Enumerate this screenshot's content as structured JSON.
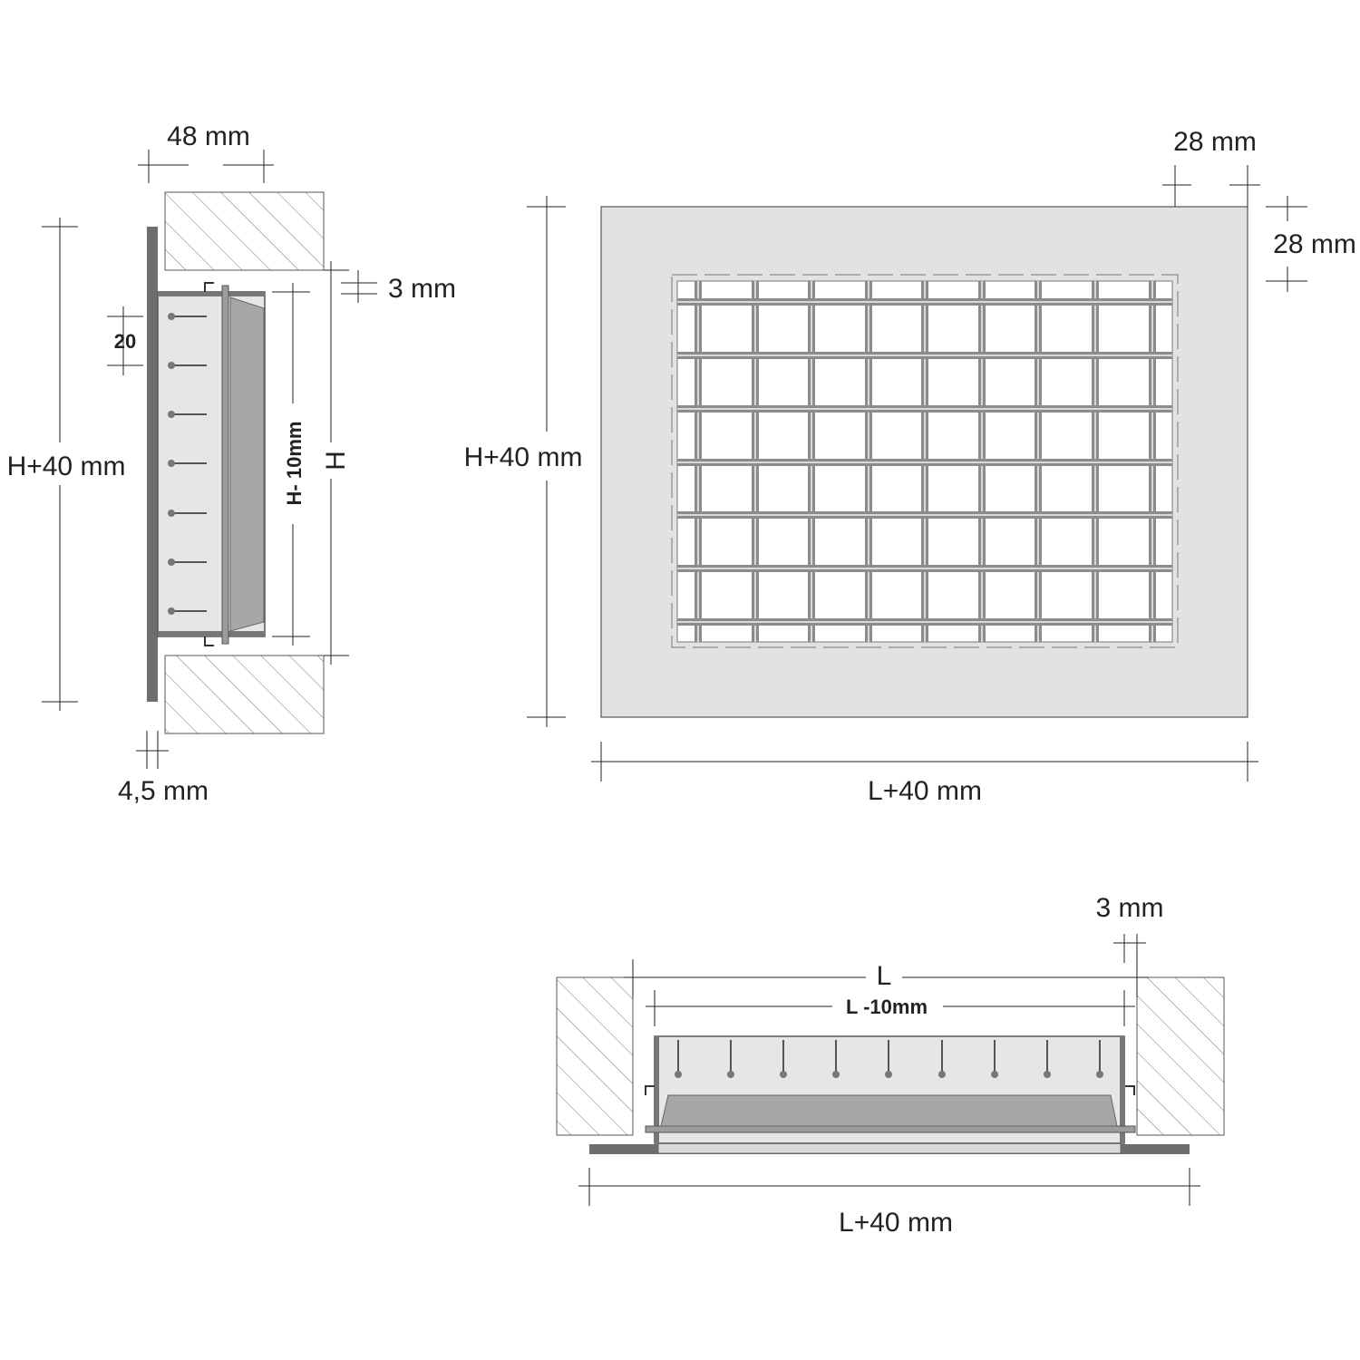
{
  "side_view": {
    "depth_label": "48 mm",
    "gap_label": "3 mm",
    "pitch_label": "20",
    "total_height_label": "H+40 mm",
    "inner_height_label": "H- 10mm",
    "opening_height_label": "H",
    "flange_thickness_label": "4,5 mm"
  },
  "front_view": {
    "frame_right_label": "28 mm",
    "frame_top_label": "28 mm",
    "height_label": "H+40 mm",
    "width_label": "L+40 mm",
    "colors": {
      "frame": "#e1e2e1",
      "bar": "#8c8c8c",
      "bar_highlight": "#d8d8d8"
    }
  },
  "top_view": {
    "gap_label": "3 mm",
    "opening_width_label": "L",
    "inner_width_label": "L -10mm",
    "total_width_label": "L+40 mm"
  }
}
